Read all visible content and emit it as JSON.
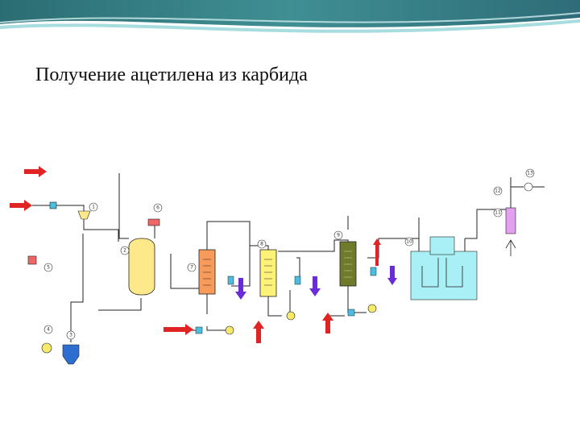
{
  "slide": {
    "title": "Получение ацетилена из карбида"
  },
  "colors": {
    "banner_dark": "#1f5c66",
    "banner_light": "#9fd3d6",
    "feed_arrow": "#e02424",
    "outlet_arrow": "#6a2bd8",
    "reactor": "#fde98a",
    "cooler": "#f79a5a",
    "scrubber_yellow": "#fbf277",
    "scrubber_olive": "#6f7a2b",
    "gasholder": "#a8f0f5",
    "dryer": "#e3a0f0",
    "hopper": "#2d6fd1",
    "pump": "#f7e96a",
    "valve": "#4bbde0"
  },
  "diagram": {
    "nodes": [
      {
        "label": "1"
      },
      {
        "label": "2"
      },
      {
        "label": "3"
      },
      {
        "label": "4"
      },
      {
        "label": "5"
      },
      {
        "label": "6"
      },
      {
        "label": "7"
      },
      {
        "label": "8"
      },
      {
        "label": "9"
      },
      {
        "label": "10"
      },
      {
        "label": "11"
      },
      {
        "label": "12"
      },
      {
        "label": "13"
      }
    ]
  }
}
